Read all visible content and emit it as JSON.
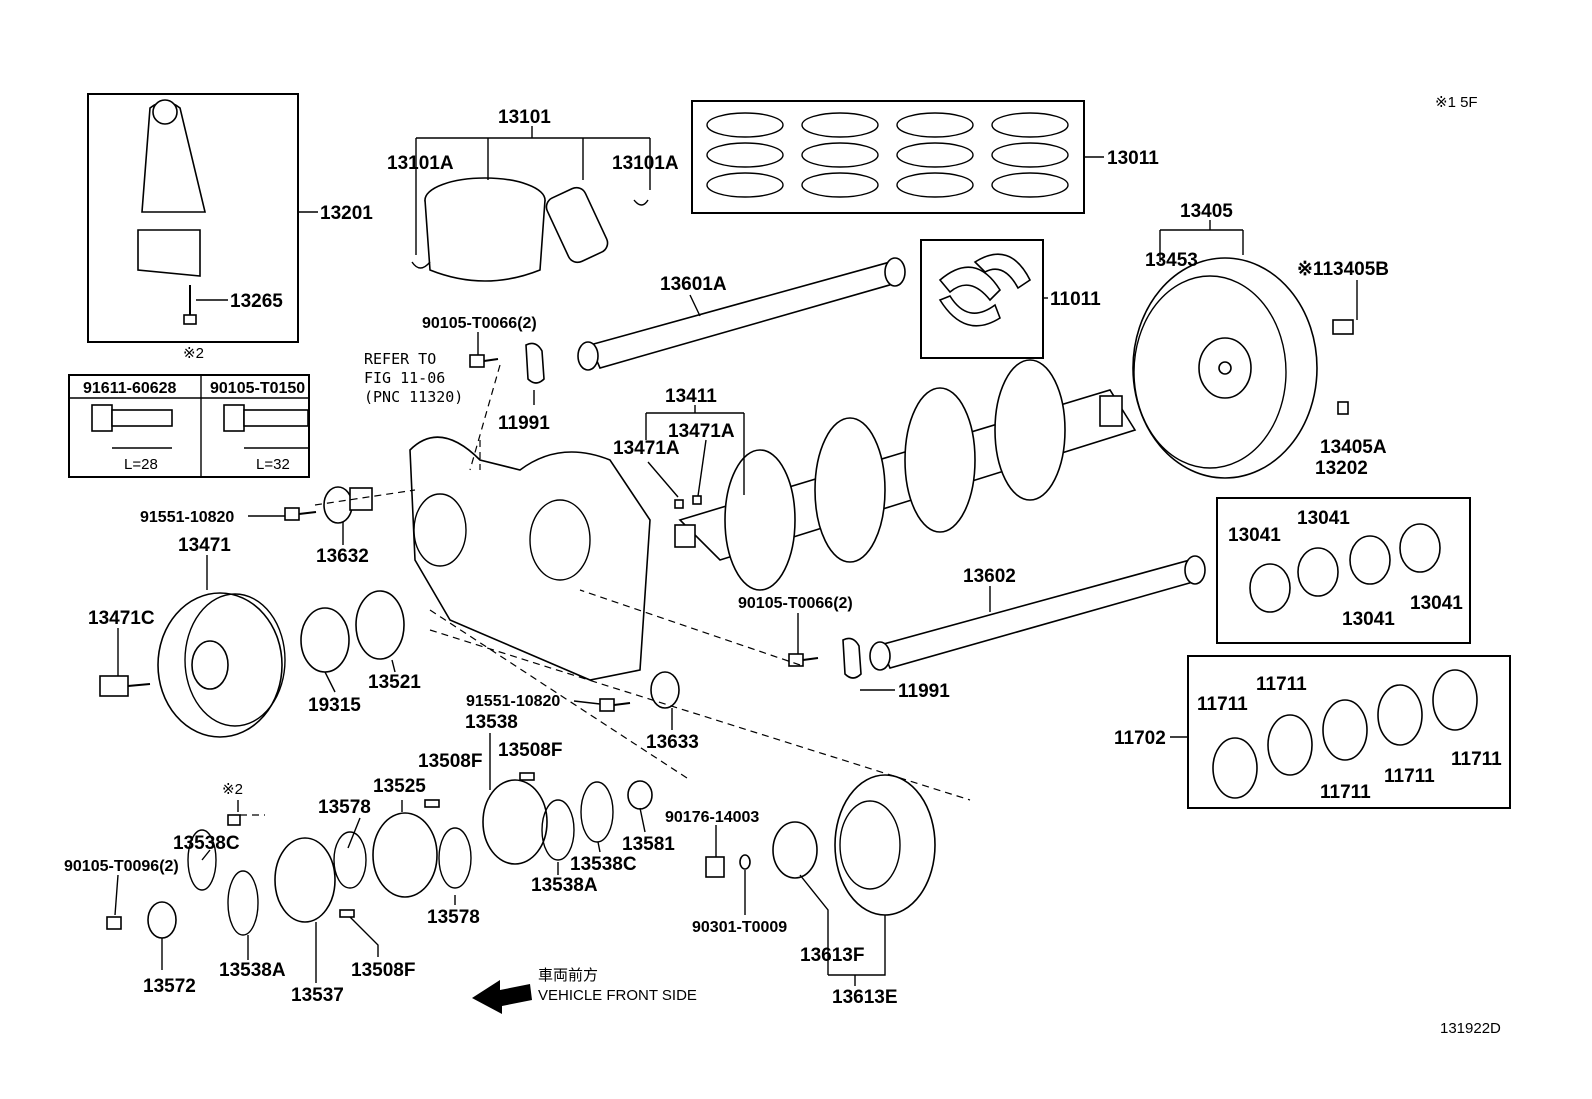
{
  "corner_note": "※1 5F",
  "figure_id": "131922D",
  "direction": {
    "jp": "車両前方",
    "en": "VEHICLE FRONT SIDE"
  },
  "refer": {
    "line1": "REFER TO",
    "line2": "FIG 11-06",
    "line3": "(PNC 11320)"
  },
  "bolt_table": {
    "note": "※2",
    "col1": {
      "part": "91611-60628",
      "length": "L=28"
    },
    "col2": {
      "part": "90105-T0150",
      "length": "L=32"
    }
  },
  "callouts": {
    "p13201": "13201",
    "p13265": "13265",
    "p13101": "13101",
    "p13101A_l": "13101A",
    "p13101A_r": "13101A",
    "p13011": "13011",
    "p13405": "13405",
    "p13453": "13453",
    "p13405B": "※113405B",
    "p13405A": "13405A",
    "p13601A": "13601A",
    "p11011": "11011",
    "p90105_t0066_a": "90105-T0066(2)",
    "p11991_a": "11991",
    "p13411": "13411",
    "p13471A_a": "13471A",
    "p13471A_b": "13471A",
    "p13202": "13202",
    "p13041_a": "13041",
    "p13041_b": "13041",
    "p13041_c": "13041",
    "p13041_d": "13041",
    "p91551_a": "91551-10820",
    "p13632": "13632",
    "p13471": "13471",
    "p13471C": "13471C",
    "p19315": "19315",
    "p13521": "13521",
    "p13602": "13602",
    "p90105_t0066_b": "90105-T0066(2)",
    "p11991_b": "11991",
    "p91551_b": "91551-10820",
    "p13538": "13538",
    "p13633": "13633",
    "p11702": "11702",
    "p11711_a": "11711",
    "p11711_b": "11711",
    "p11711_c": "11711",
    "p11711_d": "11711",
    "p11711_e": "11711",
    "p13508F_a": "13508F",
    "p13508F_b": "13508F",
    "p13525": "13525",
    "p13578_a": "13578",
    "p13538C_a": "13538C",
    "p90105_t0096": "90105-T0096(2)",
    "p13578_b": "13578",
    "p13538A_a": "13538A",
    "p13538C_b": "13538C",
    "p13581": "13581",
    "p90176": "90176-14003",
    "p90301": "90301-T0009",
    "p13613F": "13613F",
    "p13613E": "13613E",
    "p13572": "13572",
    "p13538A_b": "13538A",
    "p13537": "13537",
    "p13508F_c": "13508F",
    "note2": "※2"
  }
}
